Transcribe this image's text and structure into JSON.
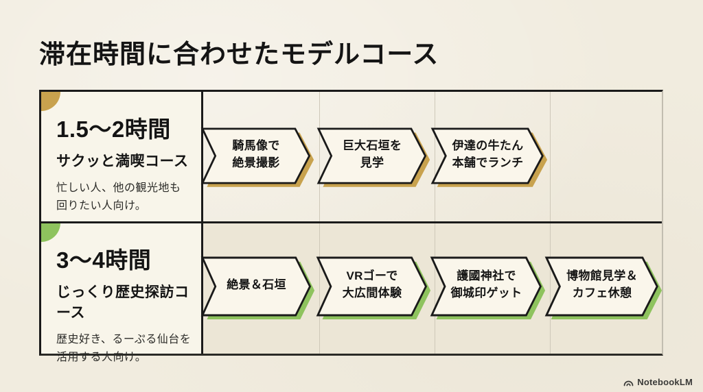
{
  "page": {
    "title": "滞在時間に合わせたモデルコース",
    "background_color": "#F1ECDF"
  },
  "colors": {
    "accent_gold": "#C8A24E",
    "accent_green": "#8EC35E",
    "ink": "#1A1A1A",
    "chevron_fill": "#FAF6EB"
  },
  "table": {
    "rows": [
      {
        "accent": "#C8A24E",
        "duration": "1.5〜2時間",
        "course_name": "サクッと満喫コース",
        "description": "忙しい人、他の観光地も\n回りたい人向け。",
        "steps": [
          {
            "label": "騎馬像で\n絶景撮影"
          },
          {
            "label": "巨大石垣を\n見学"
          },
          {
            "label": "伊達の牛たん\n本舗でランチ"
          }
        ]
      },
      {
        "accent": "#8EC35E",
        "duration": "3〜4時間",
        "course_name": "じっくり歴史探訪コース",
        "description": "歴史好き、るーぷる仙台を\n活用する人向け。",
        "steps": [
          {
            "label": "絶景＆石垣"
          },
          {
            "label": "VRゴーで\n大広間体験"
          },
          {
            "label": "護國神社で\n御城印ゲット"
          },
          {
            "label": "博物館見学＆\nカフェ休憩"
          }
        ]
      }
    ]
  },
  "branding": {
    "logo_text": "NotebookLM"
  }
}
